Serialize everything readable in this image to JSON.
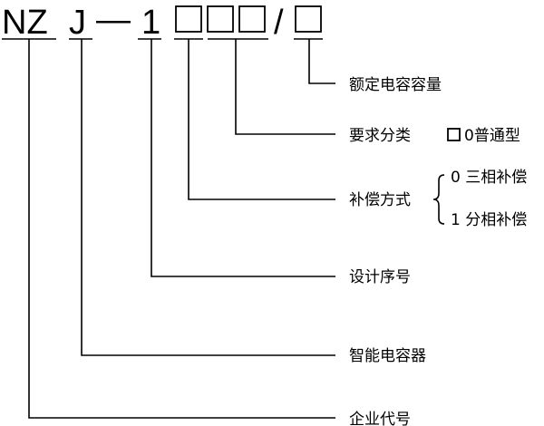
{
  "code": {
    "company": "NZ",
    "type": "J",
    "dash": "—",
    "design": "1",
    "slash": "/"
  },
  "labels": {
    "capacity": "额定电容容量",
    "requirement": "要求分类",
    "requirement_option": "0普通型",
    "compensation": "补偿方式",
    "compensation_options": [
      "0 三相补偿",
      "1 分相补偿"
    ],
    "design_no": "设计序号",
    "product": "智能电容器",
    "company_code": "企业代号"
  }
}
